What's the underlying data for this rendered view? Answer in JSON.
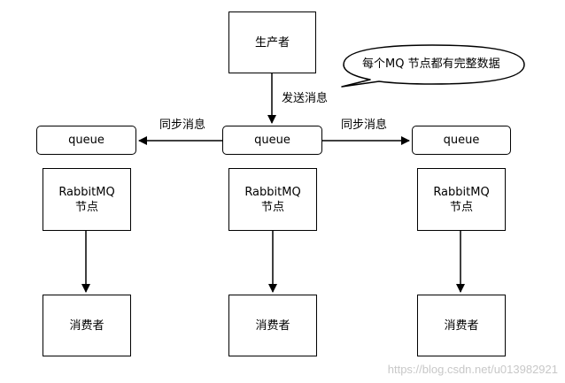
{
  "producer": {
    "label": "生产者"
  },
  "callout": {
    "text": "每个MQ 节点都有完整数据"
  },
  "publish_edge": {
    "label": "发送消息"
  },
  "sync_left_edge": {
    "label": "同步消息"
  },
  "sync_right_edge": {
    "label": "同步消息"
  },
  "queues": {
    "left": {
      "label": "queue"
    },
    "center": {
      "label": "queue"
    },
    "right": {
      "label": "queue"
    }
  },
  "nodes": {
    "left": {
      "label": "RabbitMQ\n节点"
    },
    "center": {
      "label": "RabbitMQ\n节点"
    },
    "right": {
      "label": "RabbitMQ\n节点"
    }
  },
  "consumers": {
    "left": {
      "label": "消费者"
    },
    "center": {
      "label": "消费者"
    },
    "right": {
      "label": "消费者"
    }
  },
  "watermark": "https://blog.csdn.net/u013982921",
  "colors": {
    "stroke": "#000000",
    "fill": "#ffffff",
    "watermark": "#c8c8c8"
  }
}
